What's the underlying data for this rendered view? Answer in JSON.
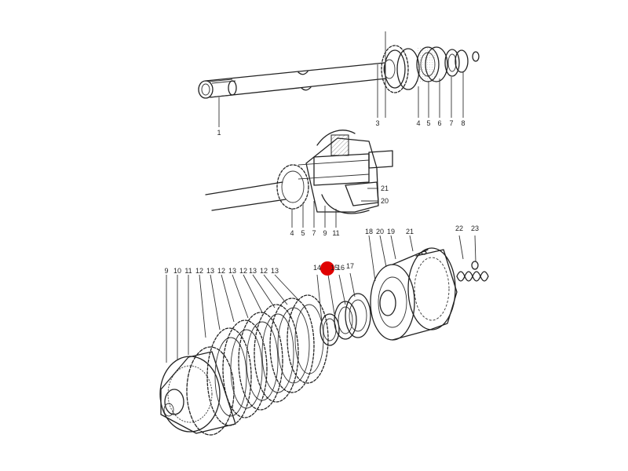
{
  "callouts": {
    "shaft_group": [
      "1",
      "3",
      "4",
      "5",
      "6",
      "7",
      "8"
    ],
    "section_group": [
      "4",
      "5",
      "7",
      "9",
      "11",
      "21",
      "20"
    ],
    "clutch_group": [
      "9",
      "10",
      "11",
      "12",
      "13",
      "12",
      "13",
      "12",
      "13",
      "12",
      "13",
      "14",
      "15",
      "16",
      "17",
      "18",
      "20",
      "19",
      "21",
      "22",
      "23"
    ]
  },
  "colors": {
    "ink": "#222222",
    "highlight": "#e00000",
    "background": "#ffffff"
  }
}
